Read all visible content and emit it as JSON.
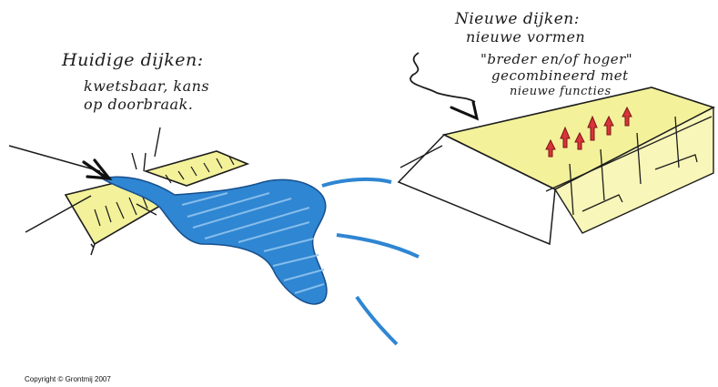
{
  "left_caption": {
    "line1": "Huidige dijken:",
    "line2": "kwetsbaar, kans",
    "line3": "op doorbraak."
  },
  "right_caption": {
    "line1": "Nieuwe dijken:",
    "line2": "nieuwe vormen",
    "line3": "\"breder en/of hoger\"",
    "line4": "gecombineerd met",
    "line5": "nieuwe functies"
  },
  "copyright": "Copyright © Grontmij 2007",
  "colors": {
    "dike_fill": "#f3f19a",
    "water": "#2f86d2",
    "water_light": "#8fc3ee",
    "arrows_red": "#d9343a",
    "ink": "#1c1c1c"
  }
}
